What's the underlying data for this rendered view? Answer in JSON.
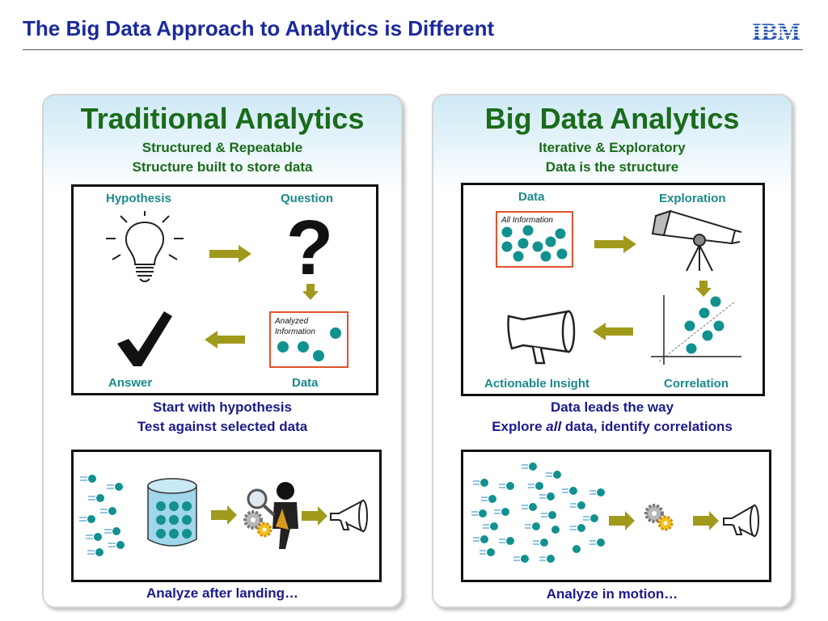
{
  "header": {
    "title": "The Big Data Approach to Analytics is Different",
    "logo_text": "IBM"
  },
  "left_panel": {
    "title": "Traditional  Analytics",
    "subtitle_1": "Structured & Repeatable",
    "subtitle_2": "Structure built to store data",
    "diagram": {
      "hypothesis": "Hypothesis",
      "question": "Question",
      "analyzed_1": "Analyzed",
      "analyzed_2": "Information",
      "answer": "Answer",
      "data": "Data"
    },
    "desc_1": "Start with hypothesis",
    "desc_2": "Test against selected data",
    "caption": "Analyze after landing…"
  },
  "right_panel": {
    "title": "Big Data Analytics",
    "subtitle_1": "Iterative & Exploratory",
    "subtitle_2": "Data is the structure",
    "diagram": {
      "data": "Data",
      "exploration": "Exploration",
      "all_information": "All Information",
      "actionable_insight": "Actionable Insight",
      "correlation": "Correlation"
    },
    "desc_1": "Data leads the way",
    "desc_2_pre": "Explore ",
    "desc_2_em": "all",
    "desc_2_post": " data, identify correlations",
    "caption": "Analyze in motion…"
  },
  "colors": {
    "title_blue": "#1b2a9c",
    "green": "#1a6b1a",
    "teal": "#1a8a8a",
    "dot": "#11918f",
    "arrow": "#a09a1c",
    "navy": "#1b1b8c",
    "red_box": "#e0522b"
  }
}
